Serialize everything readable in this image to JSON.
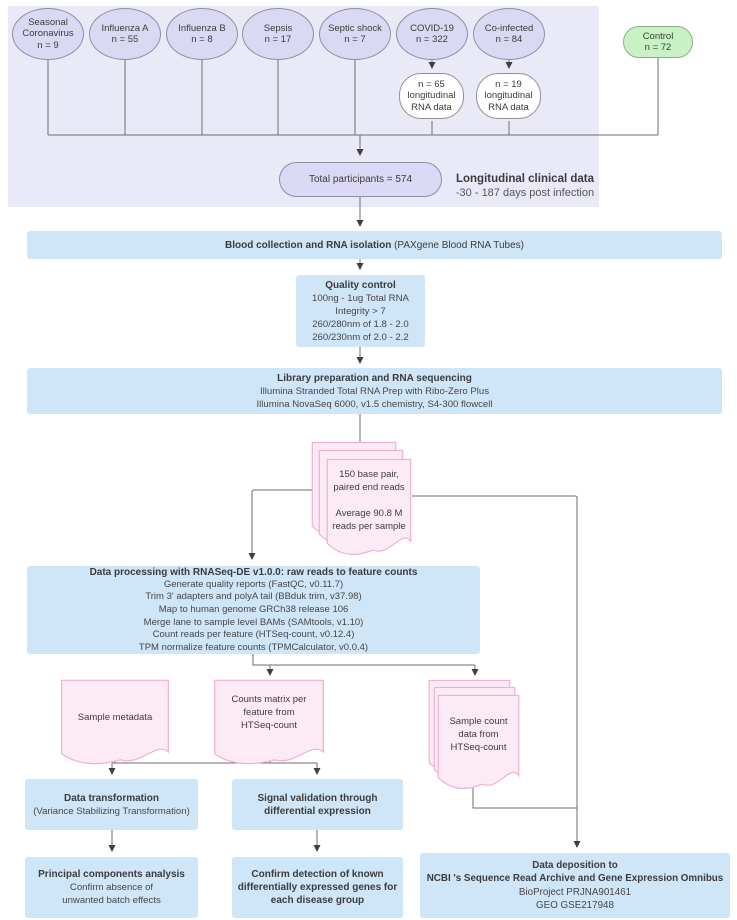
{
  "colors": {
    "bg-lavender": "#e9e9f8",
    "node-fill": "#d9d9f3",
    "node-stroke": "#8f8f9d",
    "stadium-fill": "#dbd9f6",
    "control-fill": "#c8f1c4",
    "control-stroke": "#8faa8f",
    "blue-fill": "#cfe5f8",
    "pink-fill": "#fcebf4",
    "pink-stroke": "#f0b0d4",
    "wire": "#6e6e6e",
    "arrow": "#3f3f3f",
    "text-dark": "#3c3c3c",
    "text-body": "#474747",
    "note-sub": "#575757"
  },
  "cohorts": [
    {
      "label": "Seasonal\nCoronavirus\nn = 9"
    },
    {
      "label": "Influenza A\nn = 55"
    },
    {
      "label": "Influenza B\nn = 8"
    },
    {
      "label": "Sepsis\nn = 17"
    },
    {
      "label": "Septic shock\nn = 7"
    },
    {
      "label": "COVID-19\nn = 322"
    },
    {
      "label": "Co-infected\nn = 84"
    }
  ],
  "control": {
    "label": "Control\nn = 72"
  },
  "subsets": [
    {
      "label": "n = 65\nlongitudinal\nRNA data"
    },
    {
      "label": "n = 19\nlongitudinal\nRNA data"
    }
  ],
  "total": {
    "label": "Total participants = 574"
  },
  "clinical_note": {
    "title": "Longitudinal clinical data",
    "subtitle": "-30 - 187 days post infection"
  },
  "blood": {
    "title": "Blood collection and RNA isolation",
    "detail": "(PAXgene Blood RNA Tubes)"
  },
  "quality_control": {
    "title": "Quality control",
    "body": "100ng - 1ug Total RNA\nIntegrity > 7\n260/280nm of 1.8 - 2.0\n260/230nm of 2.0 - 2.2"
  },
  "library_prep": {
    "title": "Library preparation and RNA sequencing",
    "body": "Illumina Stranded Total RNA Prep with Ribo-Zero Plus\nIllumina NovaSeq 6000, v1.5 chemistry, S4-300 flowcell"
  },
  "reads_doc": {
    "label": "150 base pair,\npaired end reads\n\nAverage 90.8 M\nreads per sample"
  },
  "processing": {
    "title": "Data processing with RNASeq-DE v1.0.0: raw reads to feature counts",
    "body": "Generate quality reports (FastQC, v0.11.7)\nTrim 3' adapters and polyA tail (BBduk trim, v37.98)\nMap to human genome GRCh38 release 106\nMerge lane to sample level BAMs (SAMtools, v1.10)\nCount reads per feature (HTSeq-count, v0.12.4)\nTPM normalize feature counts (TPMCalculator, v0.0.4)"
  },
  "sample_metadata_doc": {
    "label": "Sample metadata"
  },
  "counts_matrix_doc": {
    "label": "Counts matrix per\nfeature from\nHTSeq-count"
  },
  "sample_counts_doc": {
    "label": "Sample count\ndata from\nHTSeq-count"
  },
  "transformation": {
    "title": "Data transformation",
    "body": "(Variance Stabilizing Transformation)"
  },
  "signal_validation": {
    "title": "Signal validation through\ndifferential expression"
  },
  "pca": {
    "title": "Principal components analysis",
    "body": "Confirm absence of\nunwanted batch effects"
  },
  "confirm_de": {
    "title": "Confirm detection of known\ndifferentially expressed genes for\neach disease group"
  },
  "deposition": {
    "title": "Data deposition to\nNCBI 's Sequence Read Archive and Gene Expression Omnibus",
    "body": "BioProject PRJNA901461\nGEO GSE217948"
  }
}
